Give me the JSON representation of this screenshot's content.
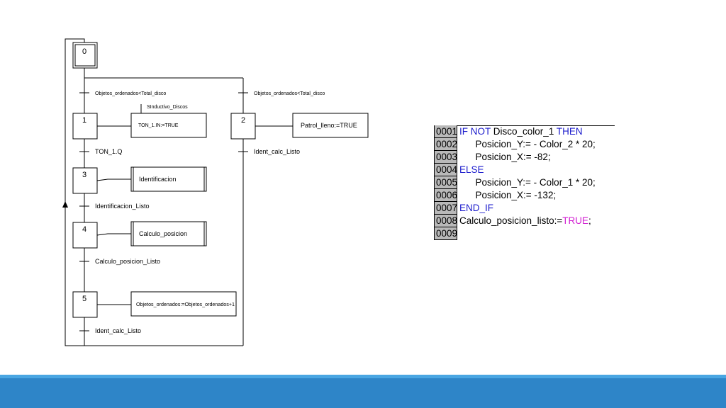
{
  "grafcet": {
    "steps": [
      "0",
      "1",
      "2",
      "3",
      "4",
      "5"
    ],
    "transitions": {
      "t0_1": "Objetos_ordenados<Total_disco",
      "t0_2": "Objetos_ordenados<Total_disco",
      "t1_3": "TON_1.Q",
      "t3_4": "Identificacion_Listo",
      "t4_5": "Calculo_posicion_Listo",
      "t5_0": "Ident_calc_Listo",
      "t2_0": "Ident_calc_Listo"
    },
    "actions": {
      "step1_qualifier": "SInductivo_Discos",
      "step1": "TON_1.IN:=TRUE",
      "step2": "Patrol_lleno:=TRUE",
      "step3": "Identificacion",
      "step4": "Calculo_posicion",
      "step5": "Objetos_ordenados:=Objetos_ordenados+1"
    }
  },
  "code": {
    "line_numbers": [
      "0001",
      "0002",
      "0003",
      "0004",
      "0005",
      "0006",
      "0007",
      "0008",
      "0009"
    ],
    "l1": {
      "kw_if": "IF",
      "kw_not": "NOT",
      "var": " Disco_color_1 ",
      "kw_then": "THEN"
    },
    "l2": "      Posicion_Y:= - Color_2 * 20;",
    "l3": "      Posicion_X:= -82;",
    "l4": {
      "kw_else": "ELSE"
    },
    "l5": "      Posicion_Y:= - Color_1 * 20;",
    "l6": "      Posicion_X:= -132;",
    "l7": {
      "kw_endif": "END_IF"
    },
    "l8": {
      "text": "Calculo_posicion_listo:=",
      "kw_true": "TRUE",
      "semicolon": ";"
    }
  },
  "colors": {
    "keyword": "#1c1ccc",
    "boolean_literal": "#d21fd2",
    "line_number_bg": "#b9b9b9",
    "bottom_band": "#2e85c8"
  }
}
